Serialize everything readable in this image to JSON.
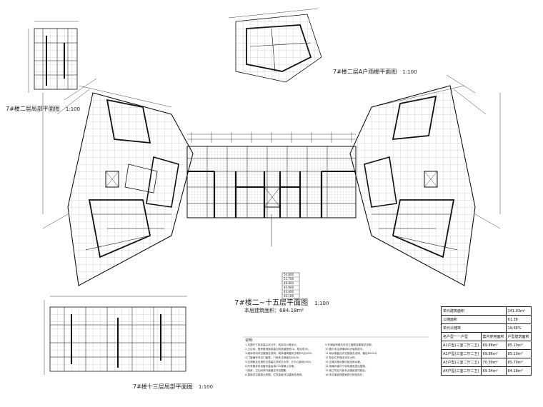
{
  "titles": {
    "main_plan": "7#楼二~十五层平面图",
    "main_scale": "1:100",
    "area_note": "本层建筑面积：684.18m²",
    "plan_2f_left": "7#楼二层局部平面图",
    "plan_2f_left_scale": "1:100",
    "plan_2f_top": "7#楼二层A户雨棚平面图",
    "plan_2f_top_scale": "1:100",
    "plan_13f": "7#楼十三层局部平面图",
    "plan_13f_scale": "1:100"
  },
  "area_table": {
    "summary": [
      {
        "label": "单元建筑面积",
        "value": "341.93m²"
      },
      {
        "label": "公摊面积",
        "value": "61.38"
      },
      {
        "label": "单元公摊率",
        "value": "19.68%"
      }
    ],
    "header": [
      "名户型一一户型",
      "套内使用面积",
      "户型建筑面积"
    ],
    "rows": [
      [
        "A1户型(三室二厅二卫)",
        "69.86m²",
        "85.10m²"
      ],
      [
        "A2户型(三室二厅二卫)",
        "69.86m²",
        "85.10m²"
      ],
      [
        "A3户型(三室二厅二卫)",
        "70.39m²",
        "85.70m²"
      ],
      [
        "A4户型(三室二厅二卫)",
        "69.34m²",
        "84.18m²"
      ]
    ]
  },
  "notes": {
    "heading": "说明:",
    "left": [
      "1.本图尺寸除标高以米计外，其余均以毫米计。",
      "2.卫生间、厨房楼地面标高比同层楼面低20，阳台低30。",
      "3.墙体材料详见建施总说明，砌体墙厚度除注明外均为200。",
      "4.门窗编号详见门窗表，门垛未注明者均为100。",
      "5.空调板及空调机位预留孔洞详见大样，孔中心距地2200。",
      "6.所有管井待设备安装后用C20混凝土封堵。",
      "7.厨房、卫生间排气道做法详见图集。",
      "8.楼梯详见楼梯大样图，栏杆高度详见建施总说明。"
    ],
    "right": [
      "9.外墙装饰做法详见立面图及建施总说明。",
      "10.图中未注明墙体均为轴线居中。",
      "11.雨水管做法详见建施总说明，管径DN100。",
      "12.阳台栏杆做法详见大样。",
      "13.空调冷凝水管均接至雨水管。",
      "14.电梯井道尺寸待电梯选型后复核。",
      "15.施工时应与各专业图纸密切配合。",
      "16.未尽事宜按国家现行规范执行。"
    ]
  },
  "dim_labels": {
    "elevation": [
      "54.600",
      "51.700",
      "48.800",
      "45.900",
      "43.000",
      "40.100"
    ]
  }
}
